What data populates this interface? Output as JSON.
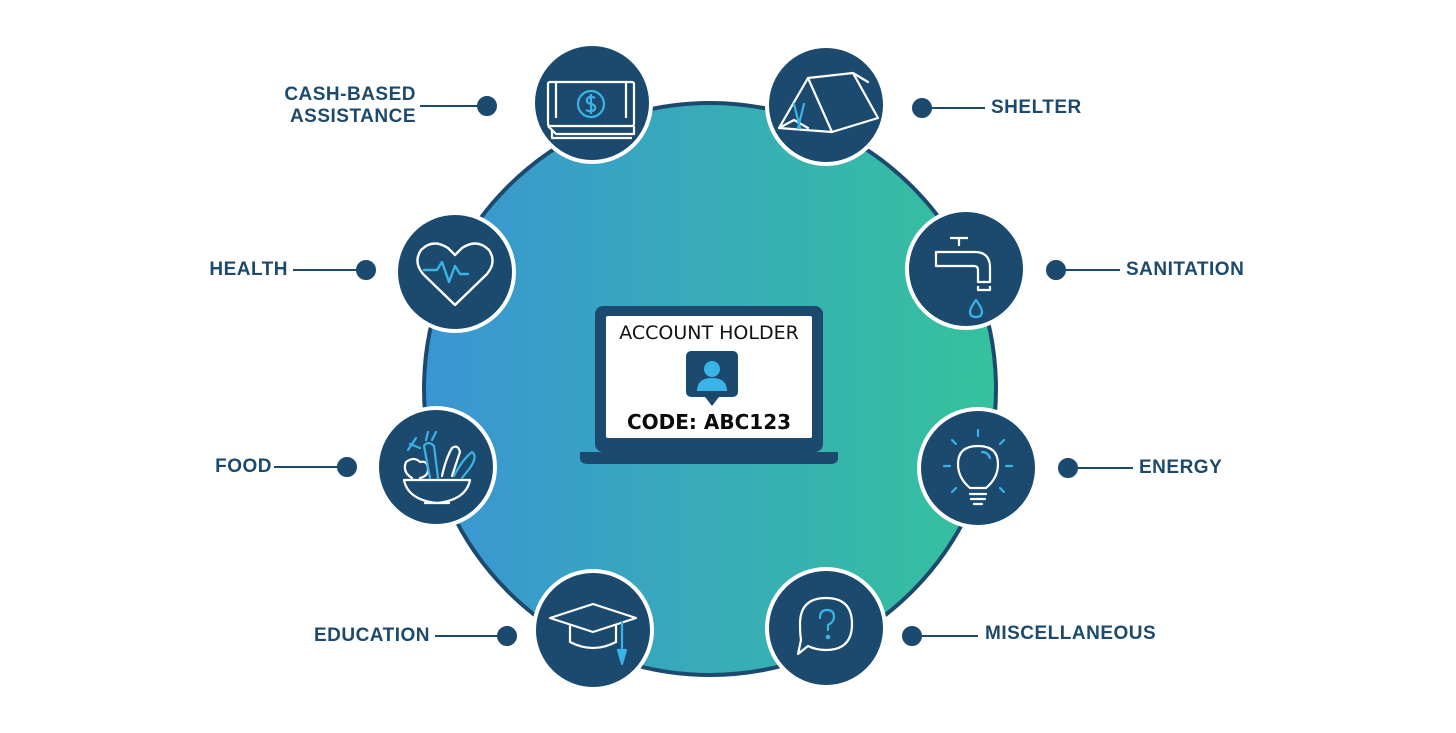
{
  "center": {
    "title": "ACCOUNT HOLDER",
    "code": "CODE: ABC123",
    "icon": "user-profile-icon"
  },
  "colors": {
    "navy": "#1c4a6e",
    "gradient_left": "#3a95d4",
    "gradient_right": "#35c29c",
    "icon_accent": "#3ab4e6"
  },
  "categories": [
    {
      "id": "cash",
      "lines": [
        "CASH-BASED",
        "ASSISTANCE"
      ],
      "icon": "banknote-icon"
    },
    {
      "id": "shelter",
      "lines": [
        "SHELTER"
      ],
      "icon": "tent-icon"
    },
    {
      "id": "health",
      "lines": [
        "HEALTH"
      ],
      "icon": "heart-pulse-icon"
    },
    {
      "id": "sanitation",
      "lines": [
        "SANITATION"
      ],
      "icon": "water-tap-icon"
    },
    {
      "id": "food",
      "lines": [
        "FOOD"
      ],
      "icon": "vegetable-bowl-icon"
    },
    {
      "id": "energy",
      "lines": [
        "ENERGY"
      ],
      "icon": "lightbulb-icon"
    },
    {
      "id": "education",
      "lines": [
        "EDUCATION"
      ],
      "icon": "graduation-cap-icon"
    },
    {
      "id": "misc",
      "lines": [
        "MISCELLANEOUS"
      ],
      "icon": "question-bubble-icon"
    }
  ]
}
